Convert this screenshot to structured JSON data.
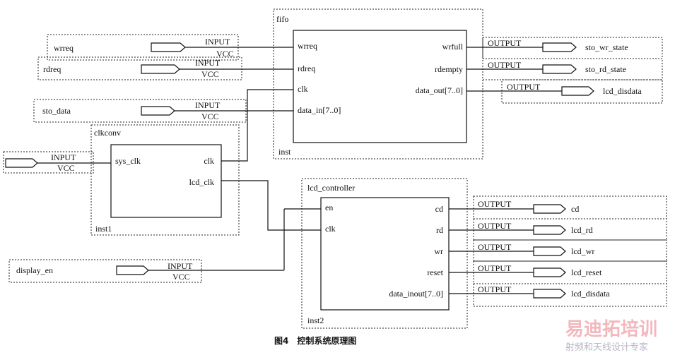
{
  "blocks": {
    "fifo": {
      "name": "fifo",
      "instance": "inst",
      "inputs": [
        "wrreq",
        "rdreq",
        "clk",
        "data_in[7..0]"
      ],
      "outputs": [
        "wrfull",
        "rdempty",
        "data_out[7..0]"
      ]
    },
    "clkconv": {
      "name": "clkconv",
      "instance": "inst1",
      "inputs": [
        "sys_clk"
      ],
      "outputs": [
        "clk",
        "lcd_clk"
      ]
    },
    "lcd_controller": {
      "name": "lcd_controller",
      "instance": "inst2",
      "inputs": [
        "en",
        "clk"
      ],
      "outputs": [
        "cd",
        "rd",
        "wr",
        "reset",
        "data_inout[7..0]"
      ]
    }
  },
  "input_pins": [
    {
      "name": "wrreq",
      "type": "INPUT",
      "vcc": "VCC"
    },
    {
      "name": "rdreq",
      "type": "INPUT",
      "vcc": "VCC"
    },
    {
      "name": "sto_data",
      "type": "INPUT",
      "vcc": "VCC"
    },
    {
      "name": "",
      "type": "INPUT",
      "vcc": "VCC"
    },
    {
      "name": "display_en",
      "type": "INPUT",
      "vcc": "VCC"
    }
  ],
  "output_pins": [
    {
      "name": "sto_wr_state",
      "type": "OUTPUT"
    },
    {
      "name": "sto_rd_state",
      "type": "OUTPUT"
    },
    {
      "name": "lcd_disdata",
      "type": "OUTPUT"
    },
    {
      "name": "cd",
      "type": "OUTPUT"
    },
    {
      "name": "lcd_rd",
      "type": "OUTPUT"
    },
    {
      "name": "lcd_wr",
      "type": "OUTPUT"
    },
    {
      "name": "lcd_reset",
      "type": "OUTPUT"
    },
    {
      "name": "lcd_disdata",
      "type": "OUTPUT"
    }
  ],
  "caption": "图4　控制系统原理图",
  "watermark": {
    "line1": "易迪拓培训",
    "line2": "射频和天线设计专家"
  }
}
